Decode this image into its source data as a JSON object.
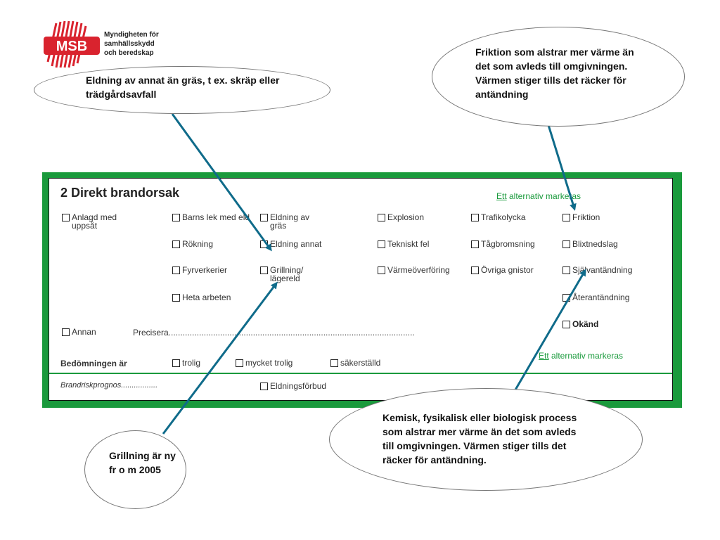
{
  "logo": {
    "initials": "MSB",
    "org_lines": [
      "Myndigheten för",
      "samhällsskydd",
      "och beredskap"
    ],
    "brand_color": "#d9232e"
  },
  "form": {
    "title": "2 Direkt brandorsak",
    "note_top": {
      "underlined": "Ett",
      "rest": " alternativ markeras"
    },
    "options": {
      "anlagd": "Anlagd med uppsåt",
      "barns_lek": "Barns lek med eld",
      "eldning_gras": "Eldning av gräs",
      "explosion": "Explosion",
      "trafikolycka": "Trafikolycka",
      "friktion": "Friktion",
      "rokning": "Rökning",
      "eldning_annat": "Eldning annat",
      "tekniskt_fel": "Tekniskt fel",
      "tagbromsning": "Tågbromsning",
      "blixtnedslag": "Blixtnedslag",
      "fyrverkerier": "Fyrverkerier",
      "grillning": "Grillning/ lägereld",
      "varmeoverforing": "Värmeöverföring",
      "ovriga_gnistor": "Övriga gnistor",
      "sjalvantandning": "Självantändning",
      "heta_arbeten": "Heta arbeten",
      "aterantandning": "Återantändning",
      "okand": "Okänd",
      "annan": "Annan"
    },
    "precisera": "Precisera.........................................................................................................",
    "bedomning_label": "Bedömningen är",
    "bedomning": [
      "trolig",
      "mycket trolig",
      "säkerställd"
    ],
    "note_bottom": {
      "underlined": "Ett",
      "rest": " alternativ markeras"
    },
    "prognos": "Brandriskprognos.................",
    "eldningsforbud": "Eldningsförbud",
    "frame_color": "#1a9a3c"
  },
  "callouts": {
    "eldning_annat": "Eldning av annat än gräs, t ex. skräp eller trädgårdsavfall",
    "friktion": "Friktion som alstrar mer värme än det som avleds till omgivningen. Värmen stiger tills det räcker för antändning",
    "grillning": "Grillning är ny fr o m 2005",
    "sjalvantandning": "Kemisk, fysikalisk eller biologisk process som alstrar mer värme än det som avleds till omgivningen. Värmen stiger tills det räcker för antändning.",
    "arrow_color": "#0f6b8a"
  }
}
